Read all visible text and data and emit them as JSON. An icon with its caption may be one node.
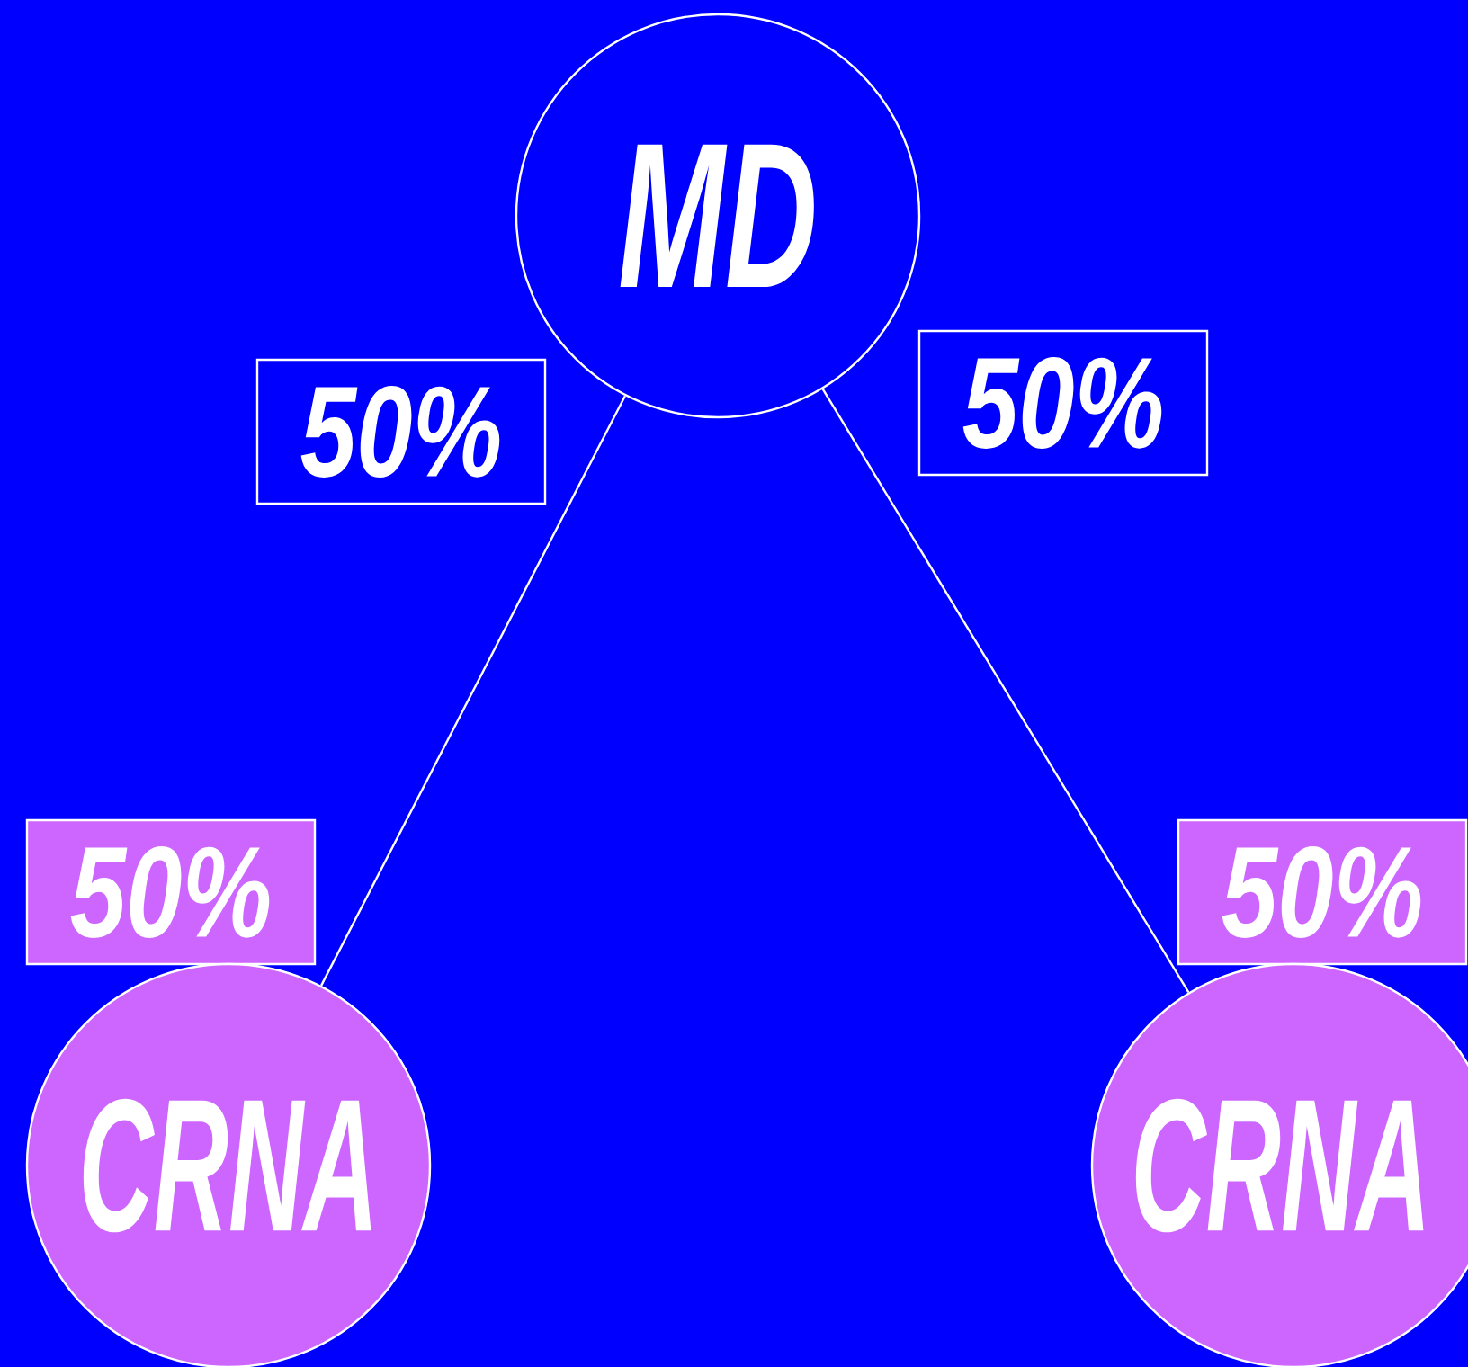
{
  "diagram": {
    "nodes": [
      {
        "text": [
          "MD"
        ]
      },
      {
        "text": [
          "50%"
        ]
      },
      {
        "text": [
          "50%"
        ]
      },
      {
        "text": [
          "50%"
        ]
      },
      {
        "text": [
          "50%"
        ]
      },
      {
        "text": [
          "CRNA"
        ]
      },
      {
        "text": [
          "CRNA"
        ]
      }
    ],
    "edges": [
      {
        "from": 0,
        "to": 5,
        "arrow": "none"
      },
      {
        "from": 0,
        "to": 6,
        "arrow": "none"
      }
    ]
  }
}
